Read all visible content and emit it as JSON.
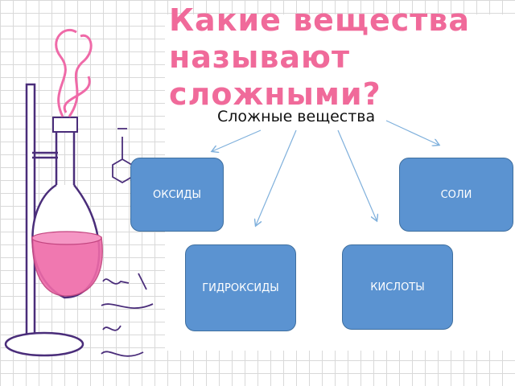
{
  "title": "Какие вещества называют сложными?",
  "root": "Сложные вещества",
  "categories": {
    "oxides": "ОКСИДЫ",
    "salts": "СОЛИ",
    "hydroxides": "ГИДРОКСИДЫ",
    "acids": "КИСЛОТЫ"
  },
  "colors": {
    "title": "#f06a9a",
    "box_fill": "#5b93d1",
    "arrow": "#7fb0dc",
    "flask_liquid": "#ef6aa8",
    "sketch": "#5a3a8a"
  },
  "illustration": "flask-with-stand-sketch"
}
